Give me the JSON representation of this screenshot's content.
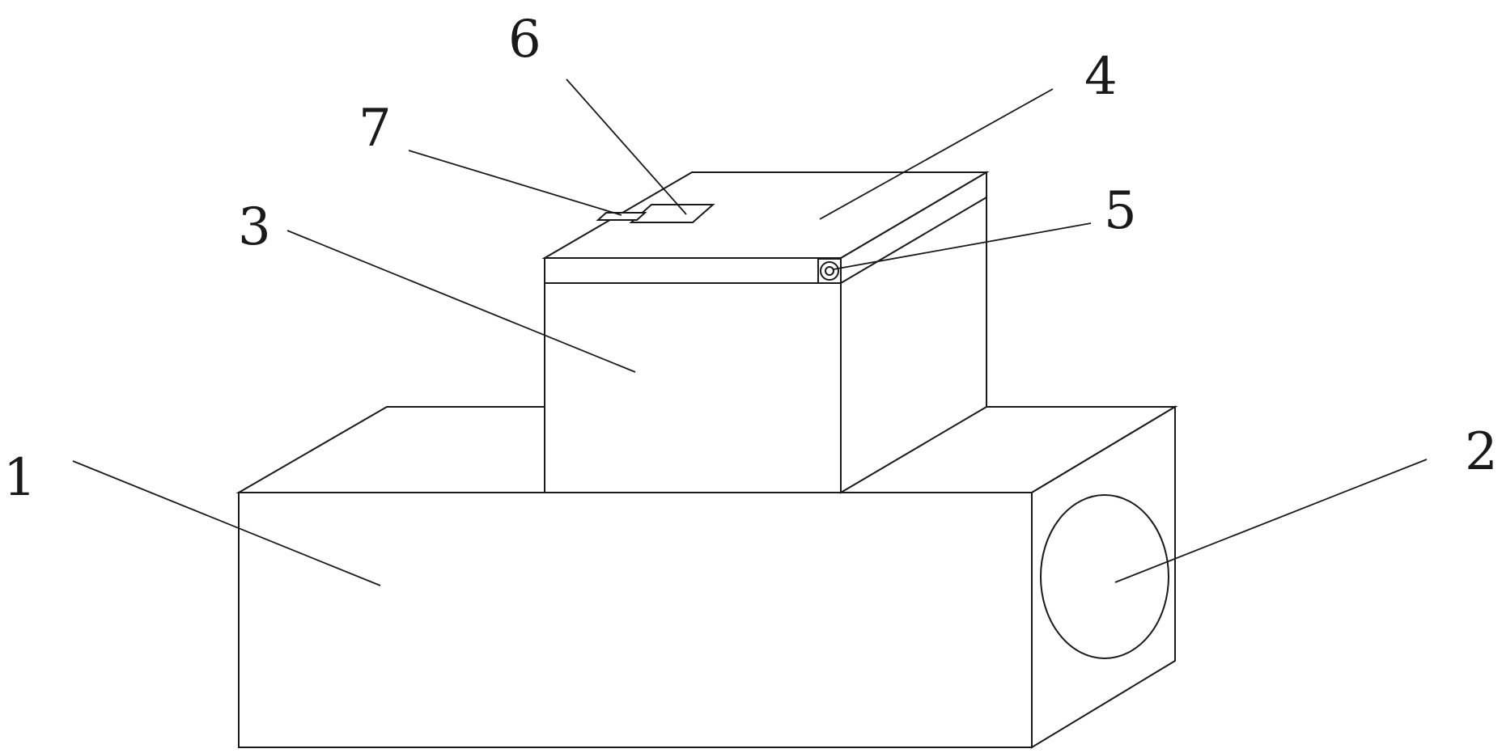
{
  "callouts": [
    {
      "id": "1",
      "text": "1"
    },
    {
      "id": "2",
      "text": "2"
    },
    {
      "id": "3",
      "text": "3"
    },
    {
      "id": "4",
      "text": "4"
    },
    {
      "id": "5",
      "text": "5"
    },
    {
      "id": "6",
      "text": "6"
    },
    {
      "id": "7",
      "text": "7"
    }
  ],
  "colors": {
    "line": "#1a1a1a",
    "background": "#ffffff"
  }
}
